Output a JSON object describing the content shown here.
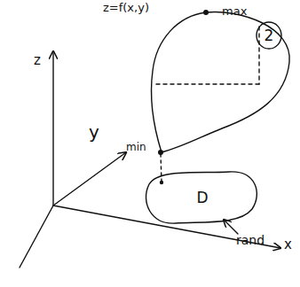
{
  "diagram": {
    "nodes": [
      {
        "text": [
          "2"
        ]
      },
      {
        "text": [
          "D"
        ]
      }
    ],
    "labels": [
      "z=f(x,y)",
      "max",
      "min",
      "rand",
      "z",
      "y",
      "x"
    ]
  }
}
